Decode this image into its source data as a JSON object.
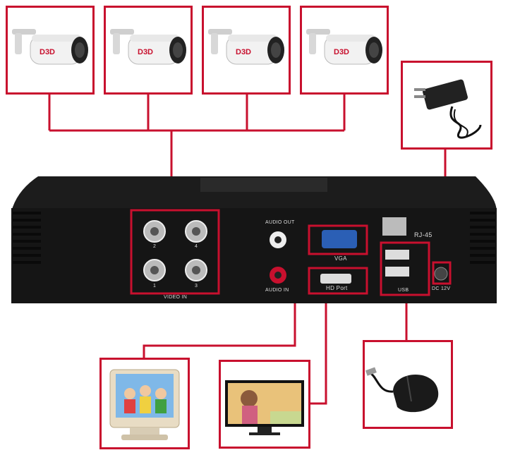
{
  "camera_brand": "D3D",
  "dvr": {
    "video_in": "VIDEO IN",
    "ports": [
      "1",
      "2",
      "3",
      "4"
    ],
    "audio_out": "AUDIO OUT",
    "audio_in": "AUDIO IN",
    "vga": "VGA",
    "hd_port": "HD Port",
    "rj45": "RJ-45",
    "usb": "USB",
    "dc": "DC 12V"
  },
  "colors": {
    "highlight": "#c8102e",
    "dvr_body": "#1c1c1c"
  },
  "icons": [
    "camera-icon",
    "power-adapter-icon",
    "crt-monitor-icon",
    "flat-tv-icon",
    "mouse-icon"
  ]
}
